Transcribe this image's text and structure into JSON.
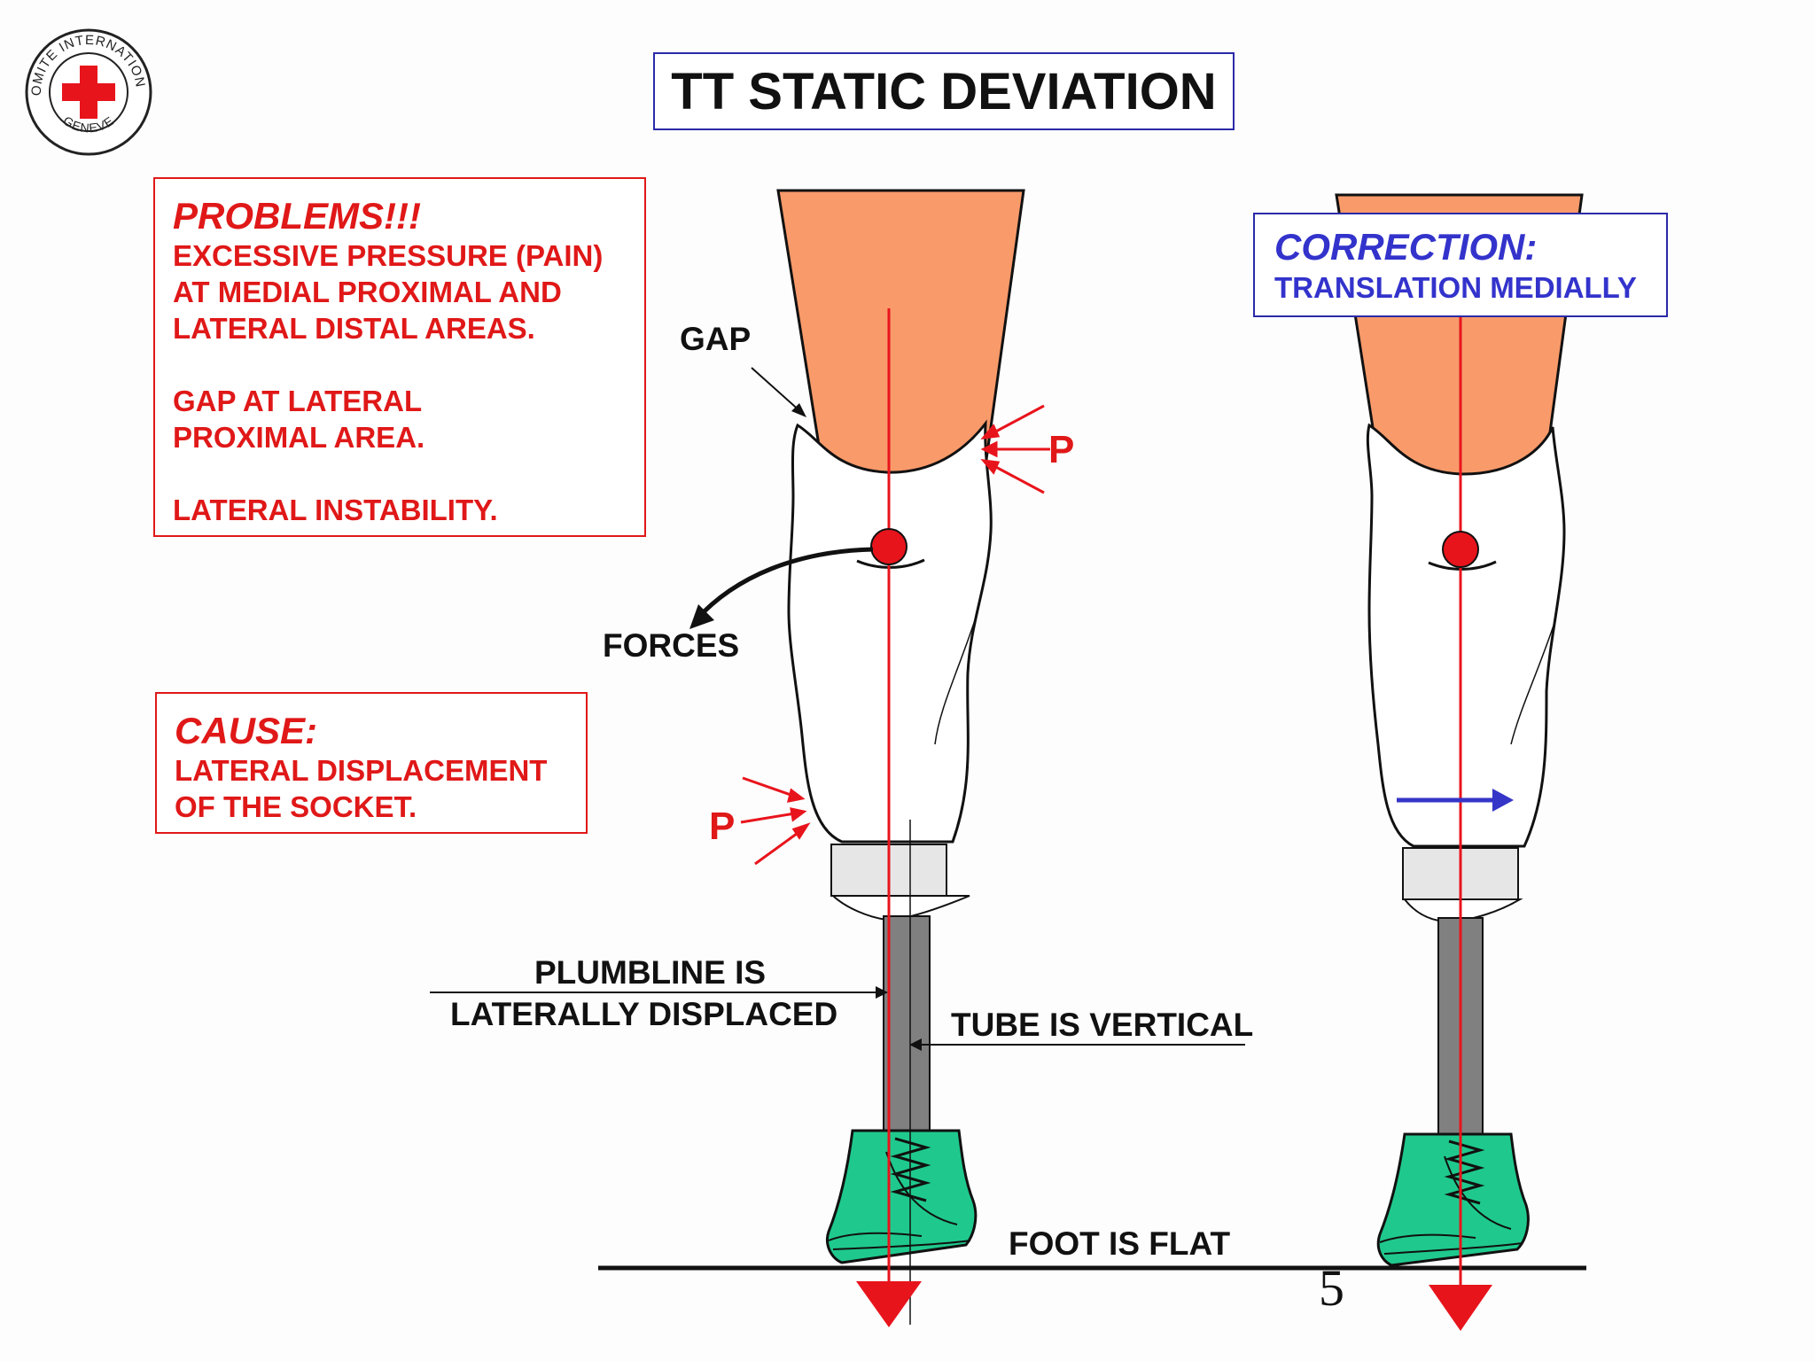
{
  "logo": {
    "ring_text_top": "COMITE INTERNATIONAL",
    "ring_text_bottom": "GENEVE"
  },
  "title": "TT STATIC DEVIATION",
  "problems": {
    "heading": "PROBLEMS!!!",
    "lines": [
      "EXCESSIVE PRESSURE (PAIN)",
      "AT MEDIAL PROXIMAL AND",
      "LATERAL DISTAL AREAS.",
      "",
      "GAP AT LATERAL",
      "PROXIMAL AREA.",
      "",
      "LATERAL INSTABILITY."
    ]
  },
  "cause": {
    "heading": "CAUSE:",
    "lines": [
      "LATERAL DISPLACEMENT",
      "OF THE SOCKET."
    ]
  },
  "correction": {
    "heading": "CORRECTION:",
    "line": "TRANSLATION MEDIALLY"
  },
  "labels": {
    "gap": "GAP",
    "forces": "FORCES",
    "pressure_top": "P",
    "pressure_bottom": "P",
    "plumbline_1": "PLUMBLINE IS",
    "plumbline_2": "LATERALLY DISPLACED",
    "tube": "TUBE IS VERTICAL",
    "foot": "FOOT IS FLAT"
  },
  "page_number": "5",
  "colors": {
    "skin": "#f99a6a",
    "shoe": "#1fc98d",
    "plumbline": "#e8141c",
    "correction_arrow": "#3535c8",
    "tube": "#808080",
    "box_red": "#e01818",
    "box_blue": "#2a2aa8"
  }
}
